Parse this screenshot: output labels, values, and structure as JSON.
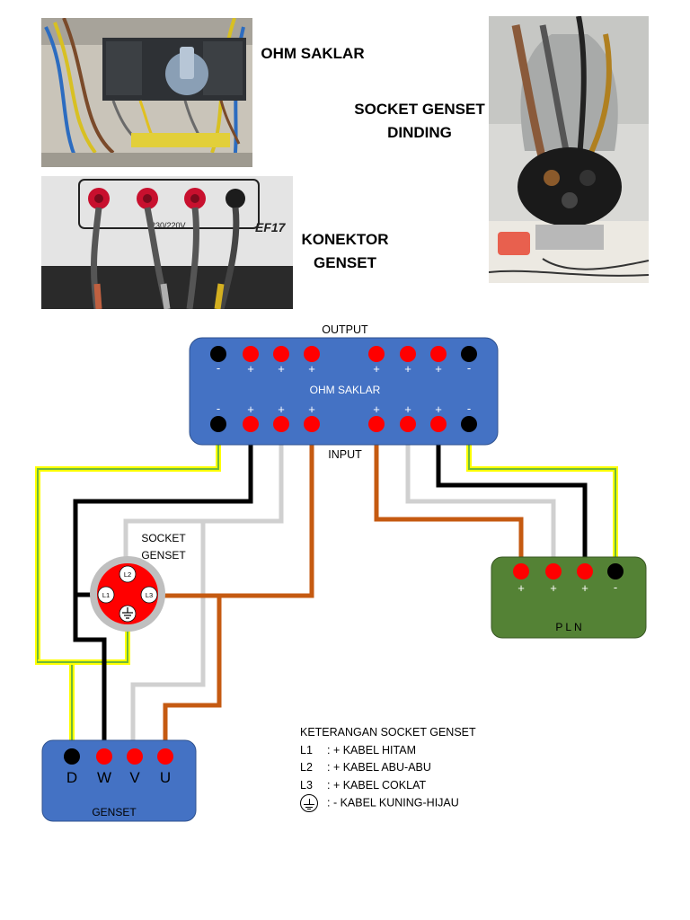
{
  "photo_labels": {
    "ohm_saklar": "OHM SAKLAR",
    "socket_dinding_line1": "SOCKET GENSET",
    "socket_dinding_line2": "DINDING",
    "konektor_line1": "KONEKTOR",
    "konektor_line2": "GENSET"
  },
  "photo_text": {
    "konektor_model": "EF17",
    "konektor_voltage": "230/220V"
  },
  "switch": {
    "title": "OHM SAKLAR",
    "output_label": "OUTPUT",
    "input_label": "INPUT",
    "output_terminals": [
      "-",
      "+",
      "+",
      "+",
      "+",
      "+",
      "+",
      "-"
    ],
    "input_terminals": [
      "-",
      "+",
      "+",
      "+",
      "+",
      "+",
      "+",
      "-"
    ]
  },
  "pln": {
    "title": "P L N",
    "terminals": [
      "+",
      "+",
      "+",
      "-"
    ]
  },
  "socket": {
    "title_line1": "SOCKET",
    "title_line2": "GENSET",
    "pins": [
      "L1",
      "L2",
      "L3"
    ]
  },
  "genset": {
    "title": "GENSET",
    "terminals": [
      "D",
      "W",
      "V",
      "U"
    ]
  },
  "legend": {
    "title": "KETERANGAN SOCKET GENSET",
    "rows": [
      {
        "key": "L1",
        "desc": ": +  KABEL HITAM"
      },
      {
        "key": "L2",
        "desc": ": + KABEL ABU-ABU"
      },
      {
        "key": "L3",
        "desc": ": + KABEL COKLAT"
      },
      {
        "key": "",
        "desc": ": - KABEL KUNING-HIJAU"
      }
    ]
  },
  "colors": {
    "box_blue": "#4472c4",
    "pln_green": "#548235",
    "wire_black": "#000000",
    "wire_grey": "#d0d0d0",
    "wire_brown": "#c55a11",
    "wire_yellow": "#ffff00",
    "wire_green": "#6fb83a",
    "terminal_red": "#ff0000"
  }
}
